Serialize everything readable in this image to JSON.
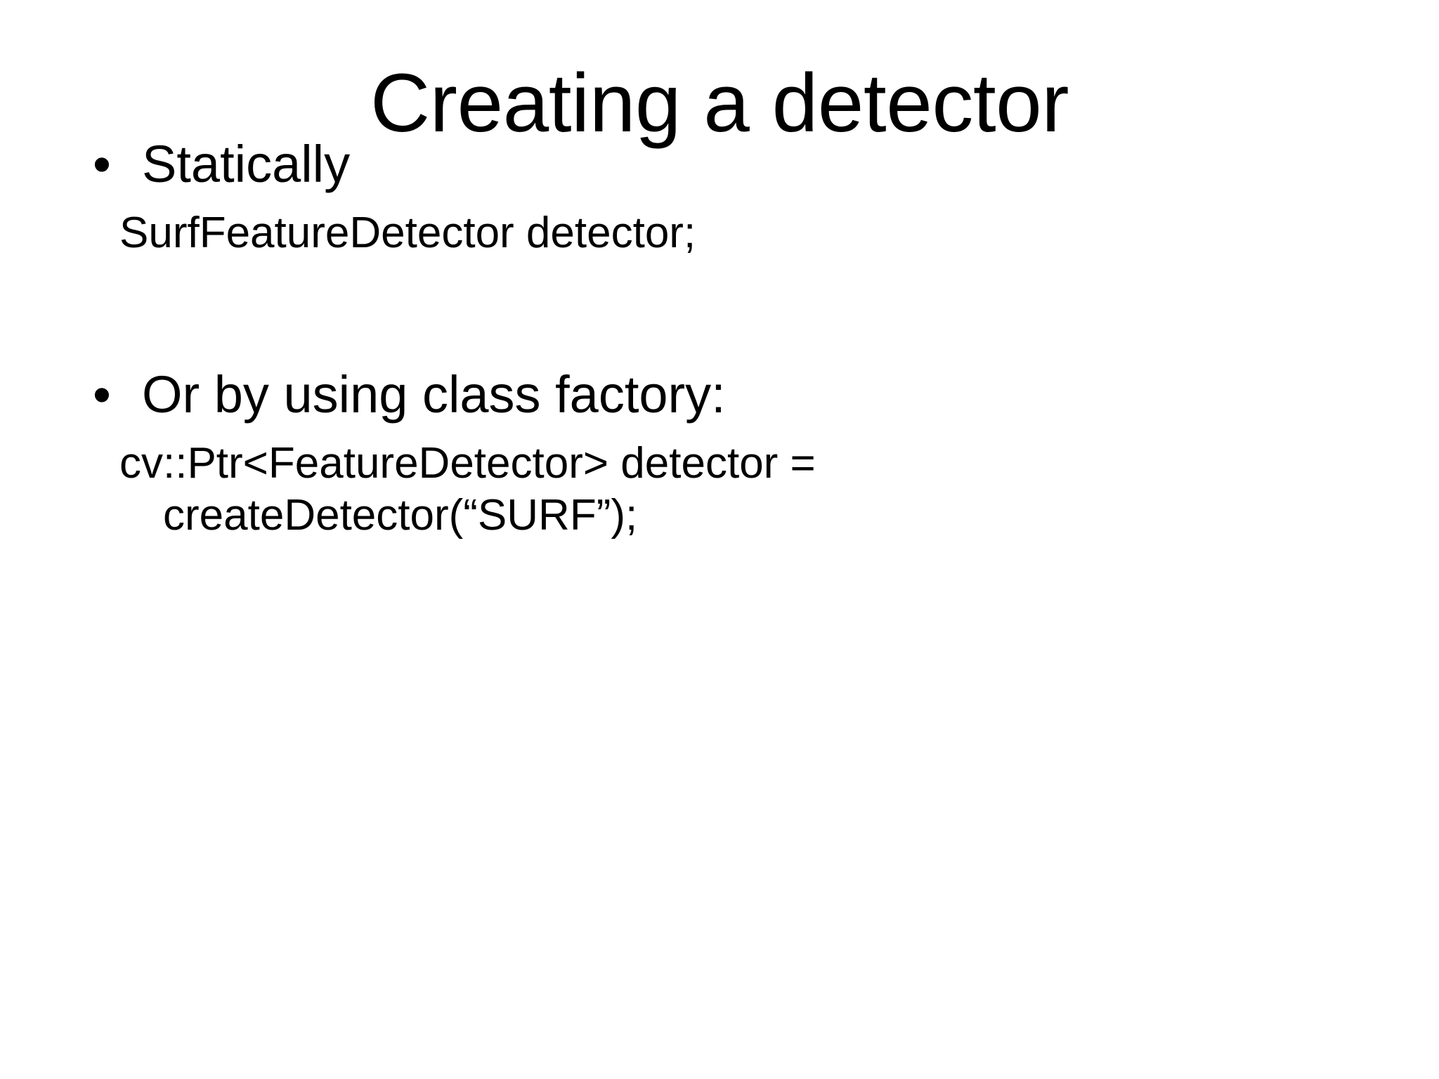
{
  "slide": {
    "title": "Creating a detector",
    "background_color": "#ffffff",
    "text_color": "#000000",
    "bullet_glyph": "•",
    "blocks": [
      {
        "type": "bullet",
        "label": "Statically"
      },
      {
        "type": "code",
        "label": "SurfFeatureDetector detector;"
      },
      {
        "type": "bullet",
        "label": "Or by using class factory:"
      },
      {
        "type": "code",
        "label": "cv::Ptr<FeatureDetector> detector = createDetector(“SURF”);"
      }
    ]
  }
}
